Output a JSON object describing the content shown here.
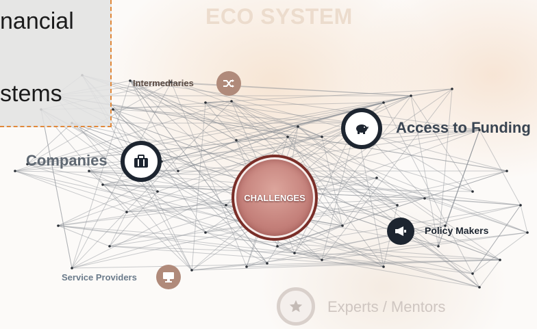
{
  "background_title": "ECO SYSTEM",
  "callout": {
    "line1": "nancial",
    "line2": "stems"
  },
  "center": {
    "label": "CHALLENGES"
  },
  "nodes": {
    "companies": {
      "label": "Companies",
      "icon": "briefcase-icon"
    },
    "intermediaries": {
      "label": "Intermediaries",
      "icon": "shuffle-icon"
    },
    "access_to_funding": {
      "label": "Access to Funding",
      "icon": "piggy-bank-icon"
    },
    "policy_makers": {
      "label": "Policy Makers",
      "icon": "megaphone-icon"
    },
    "service_providers": {
      "label": "Service Providers",
      "icon": "monitor-icon"
    },
    "experts_mentors": {
      "label": "Experts / Mentors",
      "icon": "star-icon"
    }
  },
  "colors": {
    "center_fill": "#c9877f",
    "center_ring": "#7a2e28",
    "dark_node": "#1d2530",
    "accent_node": "#b08a7a",
    "callout_border": "#e0883a"
  }
}
